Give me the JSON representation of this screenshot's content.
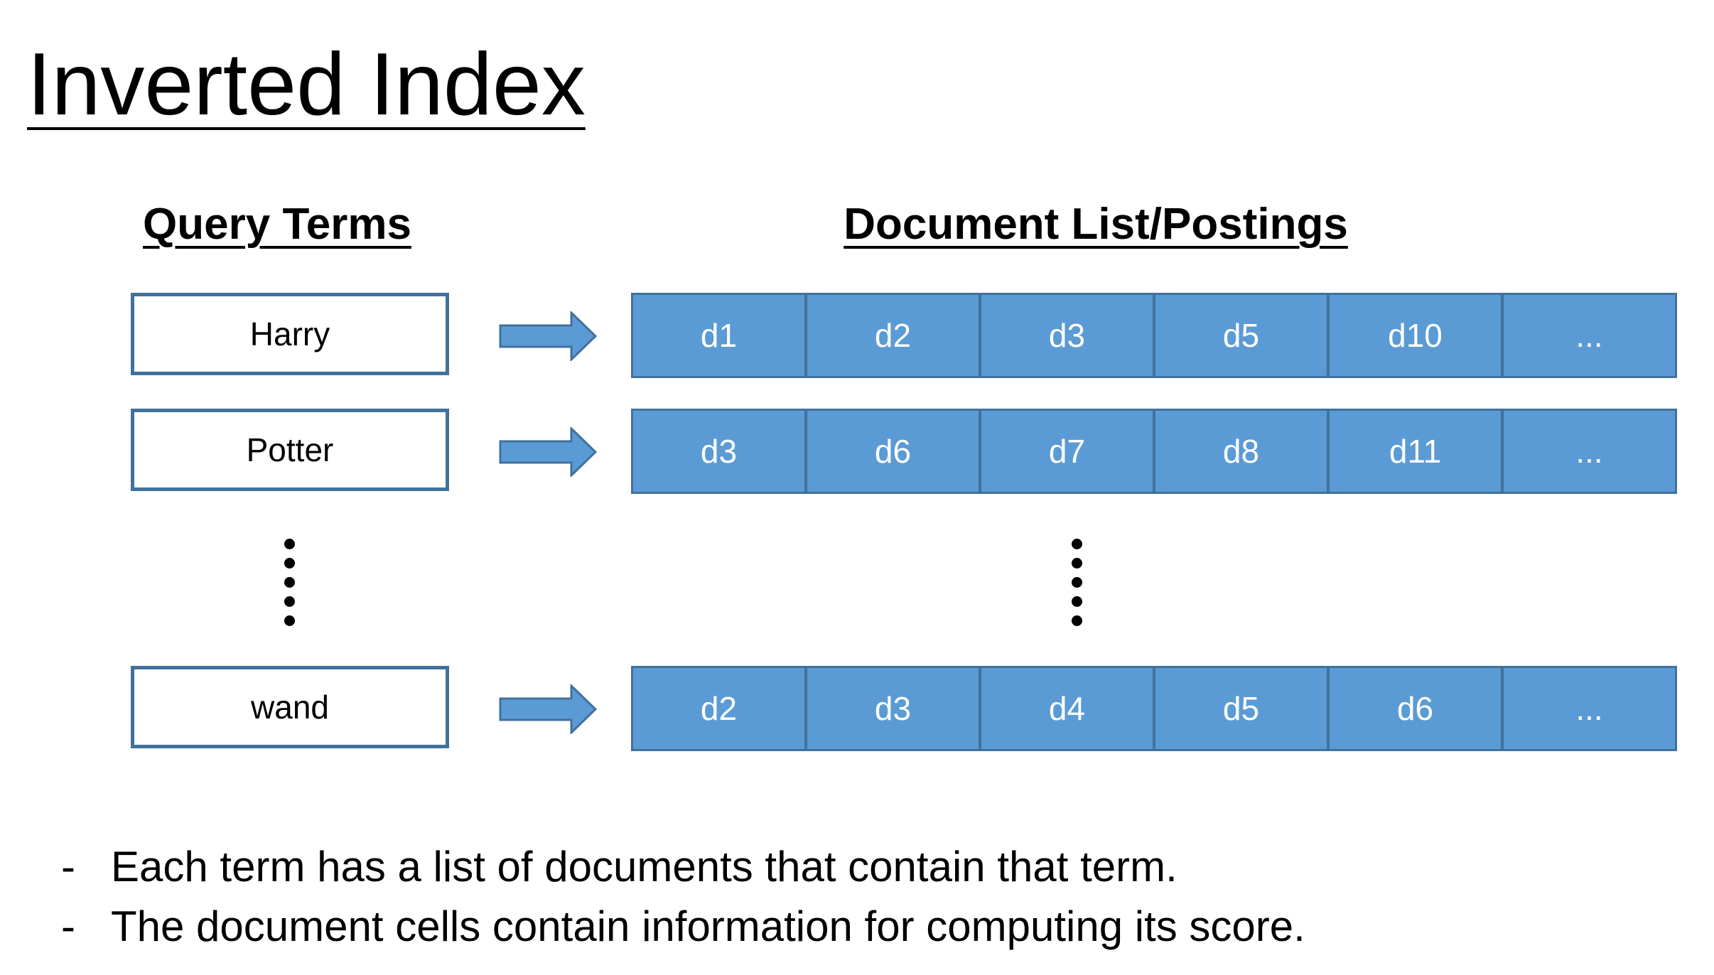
{
  "title": "Inverted Index",
  "headers": {
    "query_terms": "Query Terms",
    "postings": "Document List/Postings"
  },
  "rows": [
    {
      "term": "Harry",
      "docs": [
        "d1",
        "d2",
        "d3",
        "d5",
        "d10",
        "..."
      ]
    },
    {
      "term": "Potter",
      "docs": [
        "d3",
        "d6",
        "d7",
        "d8",
        "d11",
        "..."
      ]
    },
    {
      "term": "wand",
      "docs": [
        "d2",
        "d3",
        "d4",
        "d5",
        "d6",
        "..."
      ]
    }
  ],
  "bullets": [
    {
      "mark": "-",
      "text": "Each term has a list of documents that contain that term."
    },
    {
      "mark": "-",
      "text": "The document cells contain information for computing its score."
    }
  ],
  "colors": {
    "cell_fill": "#5b9bd5",
    "cell_border": "#41719c",
    "arrow_fill": "#5b9bd5"
  }
}
